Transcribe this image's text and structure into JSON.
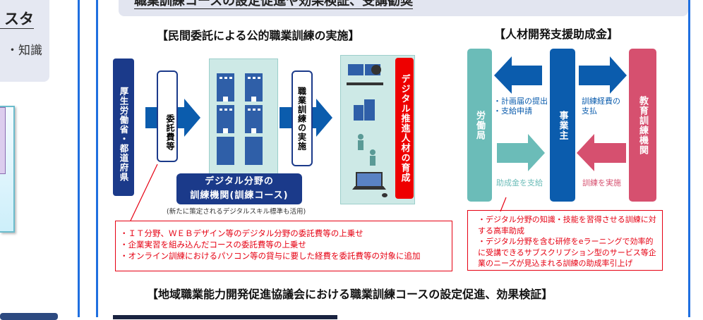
{
  "left_panel": {
    "heading_fragment": "スタ",
    "text_fragment": "知識・"
  },
  "header": {
    "title": "職業訓練コースの設定促進や効果検証、受講勧奨"
  },
  "private_training": {
    "title": "【民間委託による公的職業訓練の実施】",
    "ministry": "厚生労働省・都道府県",
    "fee_label": "委託費等",
    "institution_line1": "デジタル分野の",
    "institution_line2": "訓練機関(訓練コース)",
    "institution_note": "(新たに策定されるデジタルスキル標準も活用)",
    "implementation_label": "職業訓練の実施",
    "outcome_label": "デジタル推進人材の育成",
    "notes": [
      "・ＩＴ分野、ＷＥＢデザイン等のデジタル分野の委託費等の上乗せ",
      "・企業実習を組み込んだコースの委託費等の上乗せ",
      "・オンライン訓練におけるパソコン等の貸与に要した経費を委託費等の対象に追加"
    ]
  },
  "subsidy": {
    "title": "【人材開発支援助成金】",
    "labor_bureau": "労働局",
    "employer": "事業主",
    "training_institution": "教育訓練機関",
    "to_bureau_1": "・計画届の提出",
    "to_bureau_2": "・支給申請",
    "from_bureau": "助成金を支給",
    "to_institution_1": "訓練経費の",
    "to_institution_2": "支払",
    "from_institution": "訓練を実施",
    "notes": [
      "・デジタル分野の知識・技能を習得させる訓練に対する高率助成",
      "・デジタル分野を含む研修をeラーニングで効率的に受講できるサブスクリプション型のサービス等企業のニーズが見込まれる訓練の助成率引上げ"
    ]
  },
  "regional": {
    "title": "【地域職業能力開発促進協議会における職業訓練コースの設定促進、効果検証】"
  },
  "colors": {
    "navy": "#1b3a8a",
    "blue": "#0b5cad",
    "teal": "#6bbcb8",
    "pink": "#d6506f",
    "red": "#e60012"
  }
}
